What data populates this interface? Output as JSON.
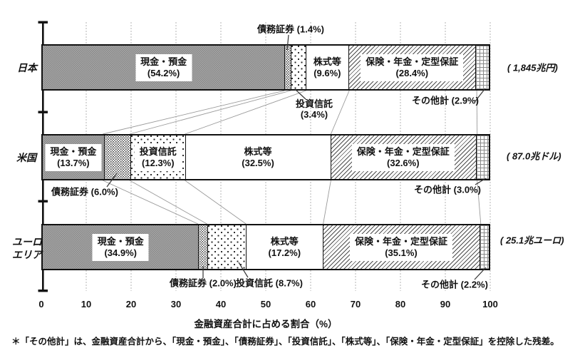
{
  "chart_data": {
    "type": "bar",
    "orientation": "horizontal-stacked",
    "categories": [
      "日本",
      "米国",
      "ユーロエリア"
    ],
    "series": [
      {
        "name": "現金・預金",
        "values": [
          54.2,
          13.7,
          34.9
        ]
      },
      {
        "name": "債務証券",
        "values": [
          1.4,
          6.0,
          2.0
        ]
      },
      {
        "name": "投資信託",
        "values": [
          3.4,
          12.3,
          8.7
        ]
      },
      {
        "name": "株式等",
        "values": [
          9.6,
          32.5,
          17.2
        ]
      },
      {
        "name": "保険・年金・定型保証",
        "values": [
          28.4,
          32.6,
          35.1
        ]
      },
      {
        "name": "その他計",
        "values": [
          2.9,
          3.0,
          2.2
        ]
      }
    ],
    "totals": [
      "(1,845兆円)",
      "(87.0兆ドル)",
      "(25.1兆ユーロ)"
    ],
    "xlabel": "金融資産合計に占める割合（%）",
    "xlim": [
      0,
      100
    ],
    "xticks": [
      0,
      10,
      20,
      30,
      40,
      50,
      60,
      70,
      80,
      90,
      100
    ],
    "grid": "vertical-dotted",
    "legend": "none"
  },
  "rows": [
    {
      "label": "日本",
      "total": "( 1,845兆円)",
      "cash_name": "現金・預金",
      "cash_pct": "(54.2%)",
      "bonds_label": "債務証券 (1.4%)",
      "funds_line1": "投資信託",
      "funds_line2": "(3.4%)",
      "equity_name": "株式等",
      "equity_pct": "(9.6%)",
      "ins_name": "保険・年金・定型保証",
      "ins_pct": "(28.4%)",
      "other_label": "その他計 (2.9%)"
    },
    {
      "label": "米国",
      "total": "( 87.0兆ドル)",
      "cash_name": "現金・預金",
      "cash_pct": "(13.7%)",
      "bonds_label": "債務証券 (6.0%)",
      "funds_name": "投資信託",
      "funds_pct": "(12.3%)",
      "equity_name": "株式等",
      "equity_pct": "(32.5%)",
      "ins_name": "保険・年金・定型保証",
      "ins_pct": "(32.6%)",
      "other_label": "その他計 (3.0%)"
    },
    {
      "label_line1": "ユーロ",
      "label_line2": "エリア",
      "total": "( 25.1兆ユーロ)",
      "cash_name": "現金・預金",
      "cash_pct": "(34.9%)",
      "bonds_label": "債務証券 (2.0%)",
      "funds_label": "投資信託 (8.7%)",
      "equity_name": "株式等",
      "equity_pct": "(17.2%)",
      "ins_name": "保険・年金・定型保証",
      "ins_pct": "(35.1%)",
      "other_label": "その他計 (2.2%)"
    }
  ],
  "axis": {
    "ticks": [
      "0",
      "10",
      "20",
      "30",
      "40",
      "50",
      "60",
      "70",
      "80",
      "90",
      "100"
    ],
    "xlabel": "金融資産合計に占める割合（%）"
  },
  "footnote": "＊「その他計」は、金融資産合計から、「現金・預金」、「債務証券」、「投資信託」、「株式等」、「保険・年金・定型保証」を控除した残差。"
}
